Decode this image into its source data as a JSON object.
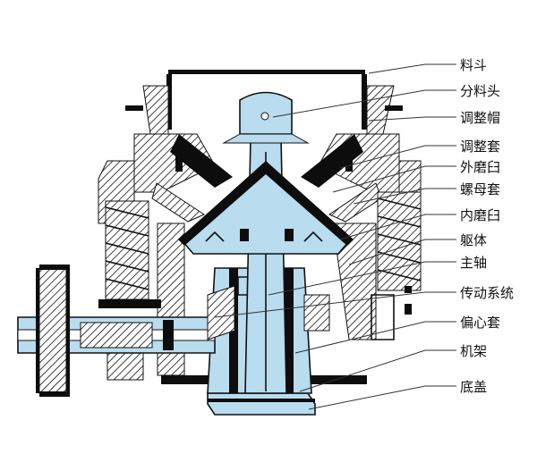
{
  "labels": [
    {
      "id": "liaodou",
      "text": "料斗"
    },
    {
      "id": "fenliaotou",
      "text": "分料头"
    },
    {
      "id": "tiaozhengmao",
      "text": "调整帽"
    },
    {
      "id": "tiaozhengtao",
      "text": "调整套"
    },
    {
      "id": "waimojiu",
      "text": "外磨臼"
    },
    {
      "id": "luomutao",
      "text": "螺母套"
    },
    {
      "id": "neimojiu",
      "text": "内磨臼"
    },
    {
      "id": "quti",
      "text": "躯体"
    },
    {
      "id": "zhuzhou",
      "text": "主轴"
    },
    {
      "id": "chuandongxitong",
      "text": "传动系统"
    },
    {
      "id": "pianxintao",
      "text": "偏心套"
    },
    {
      "id": "jijia",
      "text": "机架"
    },
    {
      "id": "digai",
      "text": "底盖"
    }
  ],
  "colors": {
    "accent_blue": "#b9dcef",
    "line": "#111111",
    "background": "#ffffff"
  }
}
